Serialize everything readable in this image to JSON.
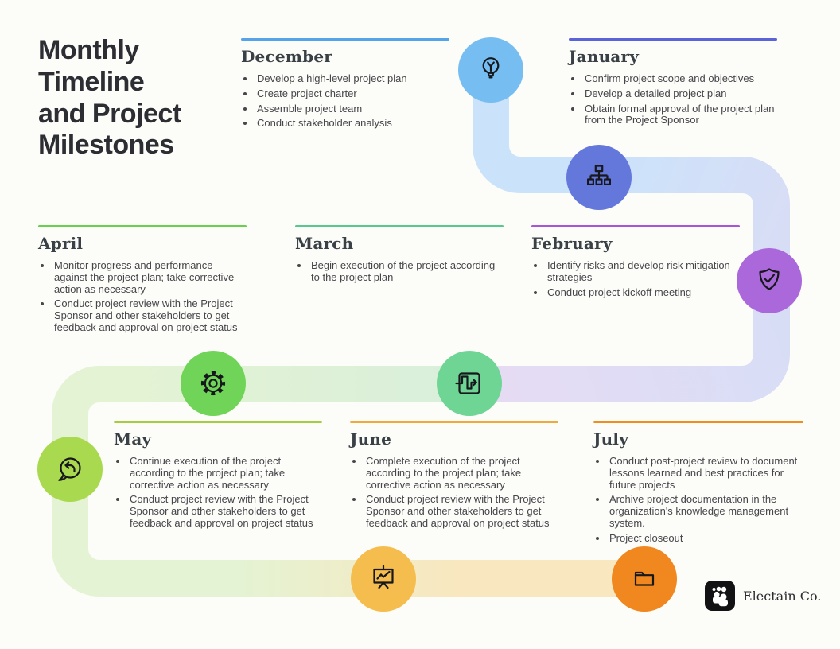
{
  "header": {
    "title_lines": [
      "Monthly",
      "Timeline",
      "and Project",
      "Milestones"
    ]
  },
  "months": {
    "december": {
      "label": "December",
      "accent": "#55a3e8",
      "items": [
        "Develop a high-level project plan",
        "Create project charter",
        "Assemble project team",
        "Conduct stakeholder analysis"
      ]
    },
    "january": {
      "label": "January",
      "accent": "#5b63d8",
      "items": [
        "Confirm project scope and objectives",
        "Develop a detailed project plan",
        "Obtain formal approval of the project plan from the Project Sponsor"
      ]
    },
    "february": {
      "label": "February",
      "accent": "#a855d8",
      "items": [
        "Identify risks and develop risk mitigation strategies",
        "Conduct project kickoff meeting"
      ]
    },
    "march": {
      "label": "March",
      "accent": "#57c98e",
      "items": [
        "Begin execution of the project according to the project plan"
      ]
    },
    "april": {
      "label": "April",
      "accent": "#69cf4f",
      "items": [
        "Monitor progress and performance against the project plan; take corrective action as necessary",
        "Conduct project review with the Project Sponsor and other stakeholders to get feedback and approval on project status"
      ]
    },
    "may": {
      "label": "May",
      "accent": "#a6cc40",
      "items": [
        "Continue execution of the project according to the project plan; take corrective action as necessary",
        "Conduct project review with the Project Sponsor and other stakeholders to get feedback and approval on project status"
      ]
    },
    "june": {
      "label": "June",
      "accent": "#f0a93c",
      "items": [
        "Complete execution of the project according to the project plan; take corrective action as necessary",
        "Conduct project review with the Project Sponsor and other stakeholders to get feedback and approval on project status"
      ]
    },
    "july": {
      "label": "July",
      "accent": "#ef8d21",
      "items": [
        "Conduct post-project review to document lessons learned and best practices for future projects",
        "Archive project documentation in the organization's knowledge management system.",
        "Project closeout"
      ]
    }
  },
  "milestones": {
    "lightbulb": {
      "icon": "lightbulb-icon",
      "color": "#76bef2"
    },
    "orgchart": {
      "icon": "org-chart-icon",
      "color": "#6478dc"
    },
    "shield": {
      "icon": "shield-check-icon",
      "color": "#aa68da"
    },
    "gear": {
      "icon": "gear-icon",
      "color": "#6fd457"
    },
    "flow": {
      "icon": "process-flow-icon",
      "color": "#6ed594"
    },
    "speech": {
      "icon": "speech-undo-icon",
      "color": "#a9d94e"
    },
    "presentation": {
      "icon": "presentation-chart-icon",
      "color": "#f5bd4d"
    },
    "folder": {
      "icon": "folder-icon",
      "color": "#f0871f"
    }
  },
  "path": {
    "blue": "#cbe3fa",
    "periwinkle": "#d8ddf6",
    "lavender": "#e5dcf4",
    "mint": "#d9efdb",
    "green": "#e4f3d3",
    "amber": "#f9e7bf"
  },
  "brand": {
    "name": "Electain Co."
  }
}
